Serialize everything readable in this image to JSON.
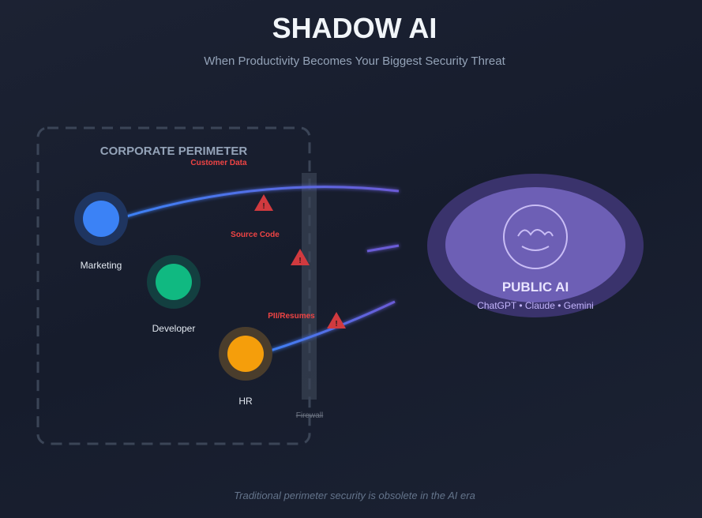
{
  "header": {
    "title": "SHADOW AI",
    "subtitle": "When Productivity Becomes Your Biggest Security Threat"
  },
  "perimeter": {
    "label": "CORPORATE PERIMETER",
    "users": [
      {
        "label": "Marketing",
        "color": "#3b82f6"
      },
      {
        "label": "Developer",
        "color": "#10b981"
      },
      {
        "label": "HR",
        "color": "#f59e0b"
      }
    ]
  },
  "leaks": [
    {
      "label": "Customer Data",
      "icon": "warning-icon"
    },
    {
      "label": "Source Code",
      "icon": "warning-icon"
    },
    {
      "label": "PII/Resumes",
      "icon": "warning-icon"
    }
  ],
  "firewall": {
    "label": "Firewall"
  },
  "public_ai": {
    "title": "PUBLIC AI",
    "services": "ChatGPT • Claude • Gemini",
    "icon": "ai-face-icon"
  },
  "footer": {
    "caption": "Traditional perimeter security is obsolete in the AI era"
  },
  "colors": {
    "danger": "#ef4444",
    "flow": "#6b5bd6",
    "ai": "#6d5fb5"
  }
}
